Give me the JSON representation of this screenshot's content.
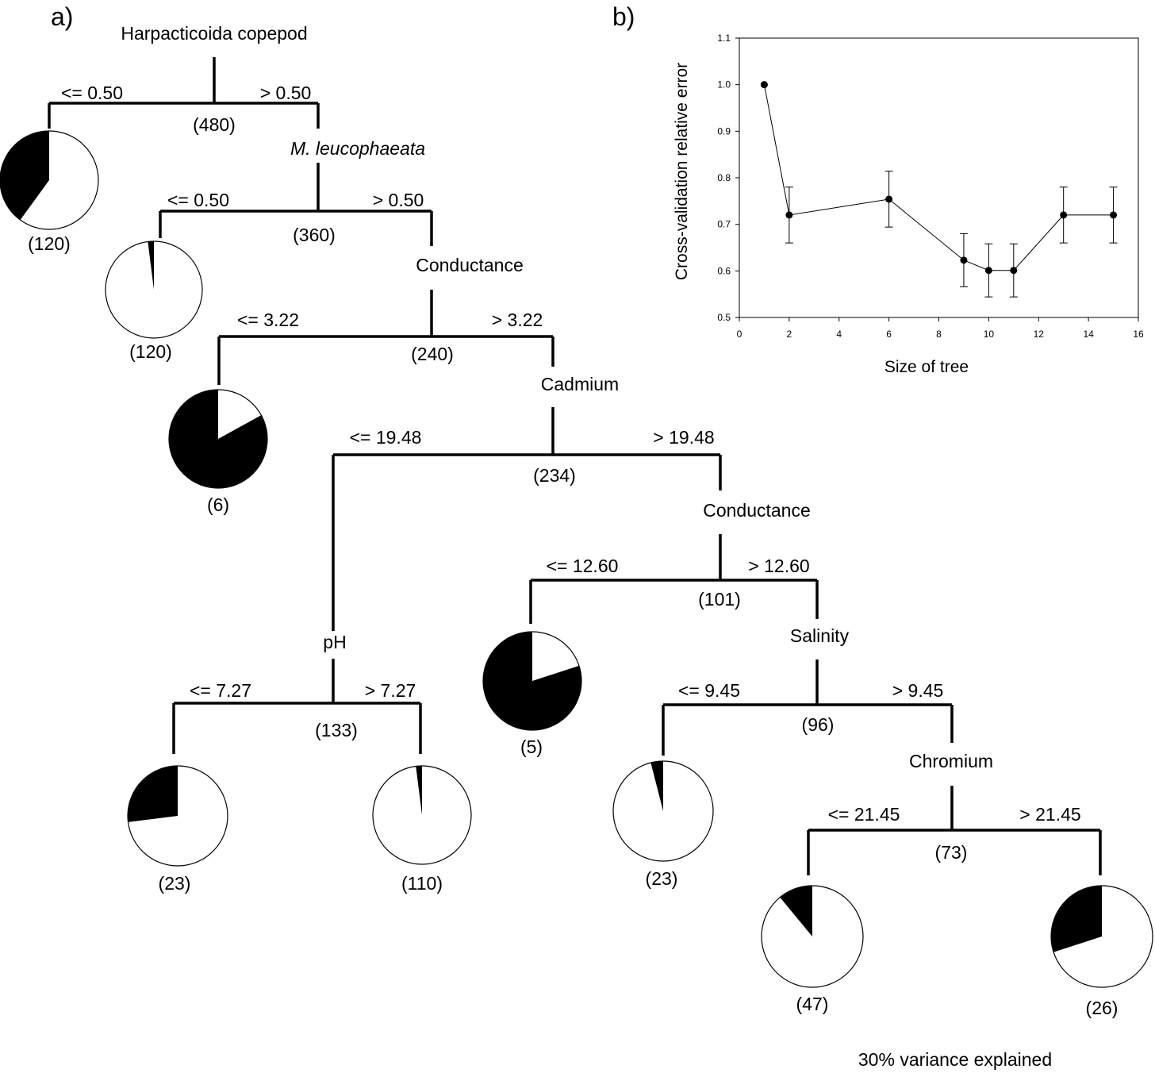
{
  "panel_a_label": "a)",
  "panel_b_label": "b)",
  "footer": "30% variance  explained",
  "tree": {
    "root": {
      "name": "Harpacticoida copepod",
      "n": "(480)",
      "left": "<= 0.50",
      "right": "> 0.50"
    },
    "n2": {
      "name": "M. leucophaeata",
      "n": "(360)",
      "left": "<= 0.50",
      "right": "> 0.50"
    },
    "n3": {
      "name": "Conductance",
      "n": "(240)",
      "left": "<= 3.22",
      "right": "> 3.22"
    },
    "n4": {
      "name": "Cadmium",
      "n": "(234)",
      "left": "<= 19.48",
      "right": "> 19.48"
    },
    "n5": {
      "name": "pH",
      "n": "(133)",
      "left": "<= 7.27",
      "right": "> 7.27"
    },
    "n6": {
      "name": "Conductance",
      "n": "(101)",
      "left": "<= 12.60",
      "right": "> 12.60"
    },
    "n7": {
      "name": "Salinity",
      "n": "(96)",
      "left": "<= 9.45",
      "right": "> 9.45"
    },
    "n8": {
      "name": "Chromium",
      "n": "(73)",
      "left": "<= 21.45",
      "right": "> 21.45"
    },
    "leaves": [
      {
        "n": "(120)",
        "black_fraction": 0.4
      },
      {
        "n": "(120)",
        "black_fraction": 0.02
      },
      {
        "n": "(6)",
        "black_fraction": 0.83
      },
      {
        "n": "(23)",
        "black_fraction": 0.27
      },
      {
        "n": "(110)",
        "black_fraction": 0.02
      },
      {
        "n": "(5)",
        "black_fraction": 0.8
      },
      {
        "n": "(23)",
        "black_fraction": 0.04
      },
      {
        "n": "(47)",
        "black_fraction": 0.11
      },
      {
        "n": "(26)",
        "black_fraction": 0.3
      }
    ]
  },
  "chart_data": {
    "type": "scatter",
    "xlabel": "Size of tree",
    "ylabel": "Cross-validation relative error",
    "xlim": [
      0,
      16
    ],
    "ylim": [
      0.5,
      1.1
    ],
    "xticks": [
      "0",
      "2",
      "4",
      "6",
      "8",
      "10",
      "12",
      "14",
      "16"
    ],
    "yticks": [
      "0.5",
      "0.6",
      "0.7",
      "0.8",
      "0.9",
      "1.0",
      "1.1"
    ],
    "points": [
      {
        "x": 1,
        "y": 1.0,
        "err": 0
      },
      {
        "x": 2,
        "y": 0.72,
        "err": 0.06
      },
      {
        "x": 6,
        "y": 0.754,
        "err": 0.06
      },
      {
        "x": 9,
        "y": 0.623,
        "err": 0.057
      },
      {
        "x": 10,
        "y": 0.601,
        "err": 0.057
      },
      {
        "x": 11,
        "y": 0.601,
        "err": 0.057
      },
      {
        "x": 13,
        "y": 0.72,
        "err": 0.06
      },
      {
        "x": 15,
        "y": 0.72,
        "err": 0.06
      }
    ]
  }
}
